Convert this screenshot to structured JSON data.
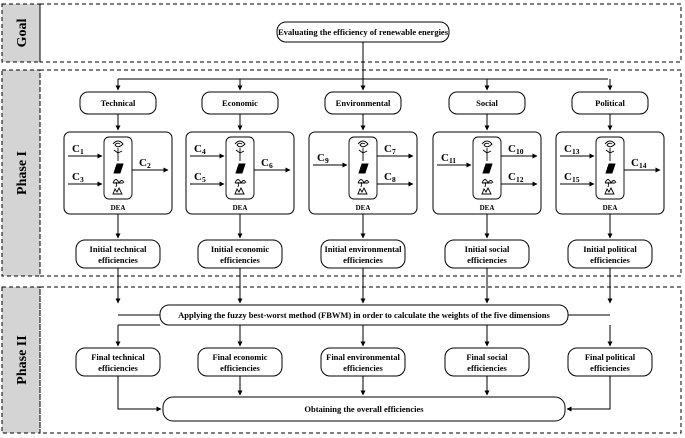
{
  "phases": {
    "goal": "Goal",
    "phase1": "Phase I",
    "phase2": "Phase II"
  },
  "goal_text": "Evaluating the efficiency of renewable energies",
  "dimensions": [
    {
      "name": "Technical",
      "initial_line1": "Initial technical",
      "final_line1": "Final technical",
      "inputs": [
        {
          "letter": "C",
          "sub": "1"
        },
        {
          "letter": "C",
          "sub": "3"
        }
      ],
      "outputs": [
        {
          "letter": "C",
          "sub": "2"
        }
      ]
    },
    {
      "name": "Economic",
      "initial_line1": "Initial economic",
      "final_line1": "Final economic",
      "inputs": [
        {
          "letter": "C",
          "sub": "4"
        },
        {
          "letter": "C",
          "sub": "5"
        }
      ],
      "outputs": [
        {
          "letter": "C",
          "sub": "6"
        }
      ]
    },
    {
      "name": "Environmental",
      "initial_line1": "Initial environmental",
      "final_line1": "Final environmental",
      "inputs": [
        {
          "letter": "C",
          "sub": "9"
        }
      ],
      "outputs": [
        {
          "letter": "C",
          "sub": "7"
        },
        {
          "letter": "C",
          "sub": "8"
        }
      ]
    },
    {
      "name": "Social",
      "initial_line1": "Initial social",
      "final_line1": "Final social",
      "inputs": [
        {
          "letter": "C",
          "sub": "11"
        }
      ],
      "outputs": [
        {
          "letter": "C",
          "sub": "10"
        },
        {
          "letter": "C",
          "sub": "12"
        }
      ]
    },
    {
      "name": "Political",
      "initial_line1": "Initial political",
      "final_line1": "Final political",
      "inputs": [
        {
          "letter": "C",
          "sub": "13"
        },
        {
          "letter": "C",
          "sub": "15"
        }
      ],
      "outputs": [
        {
          "letter": "C",
          "sub": "14"
        }
      ]
    }
  ],
  "efficiencies_word": "efficiencies",
  "dea_label": "DEA",
  "fbwm_text": "Applying the fuzzy best-worst method (FBWM) in order to calculate the weights of the five dimensions",
  "overall_text": "Obtaining the overall efficiencies",
  "icon_names": [
    "wind-turbine-icon",
    "solar-panel-icon",
    "hydro-icon",
    "biomass-icon",
    "geothermal-icon"
  ]
}
